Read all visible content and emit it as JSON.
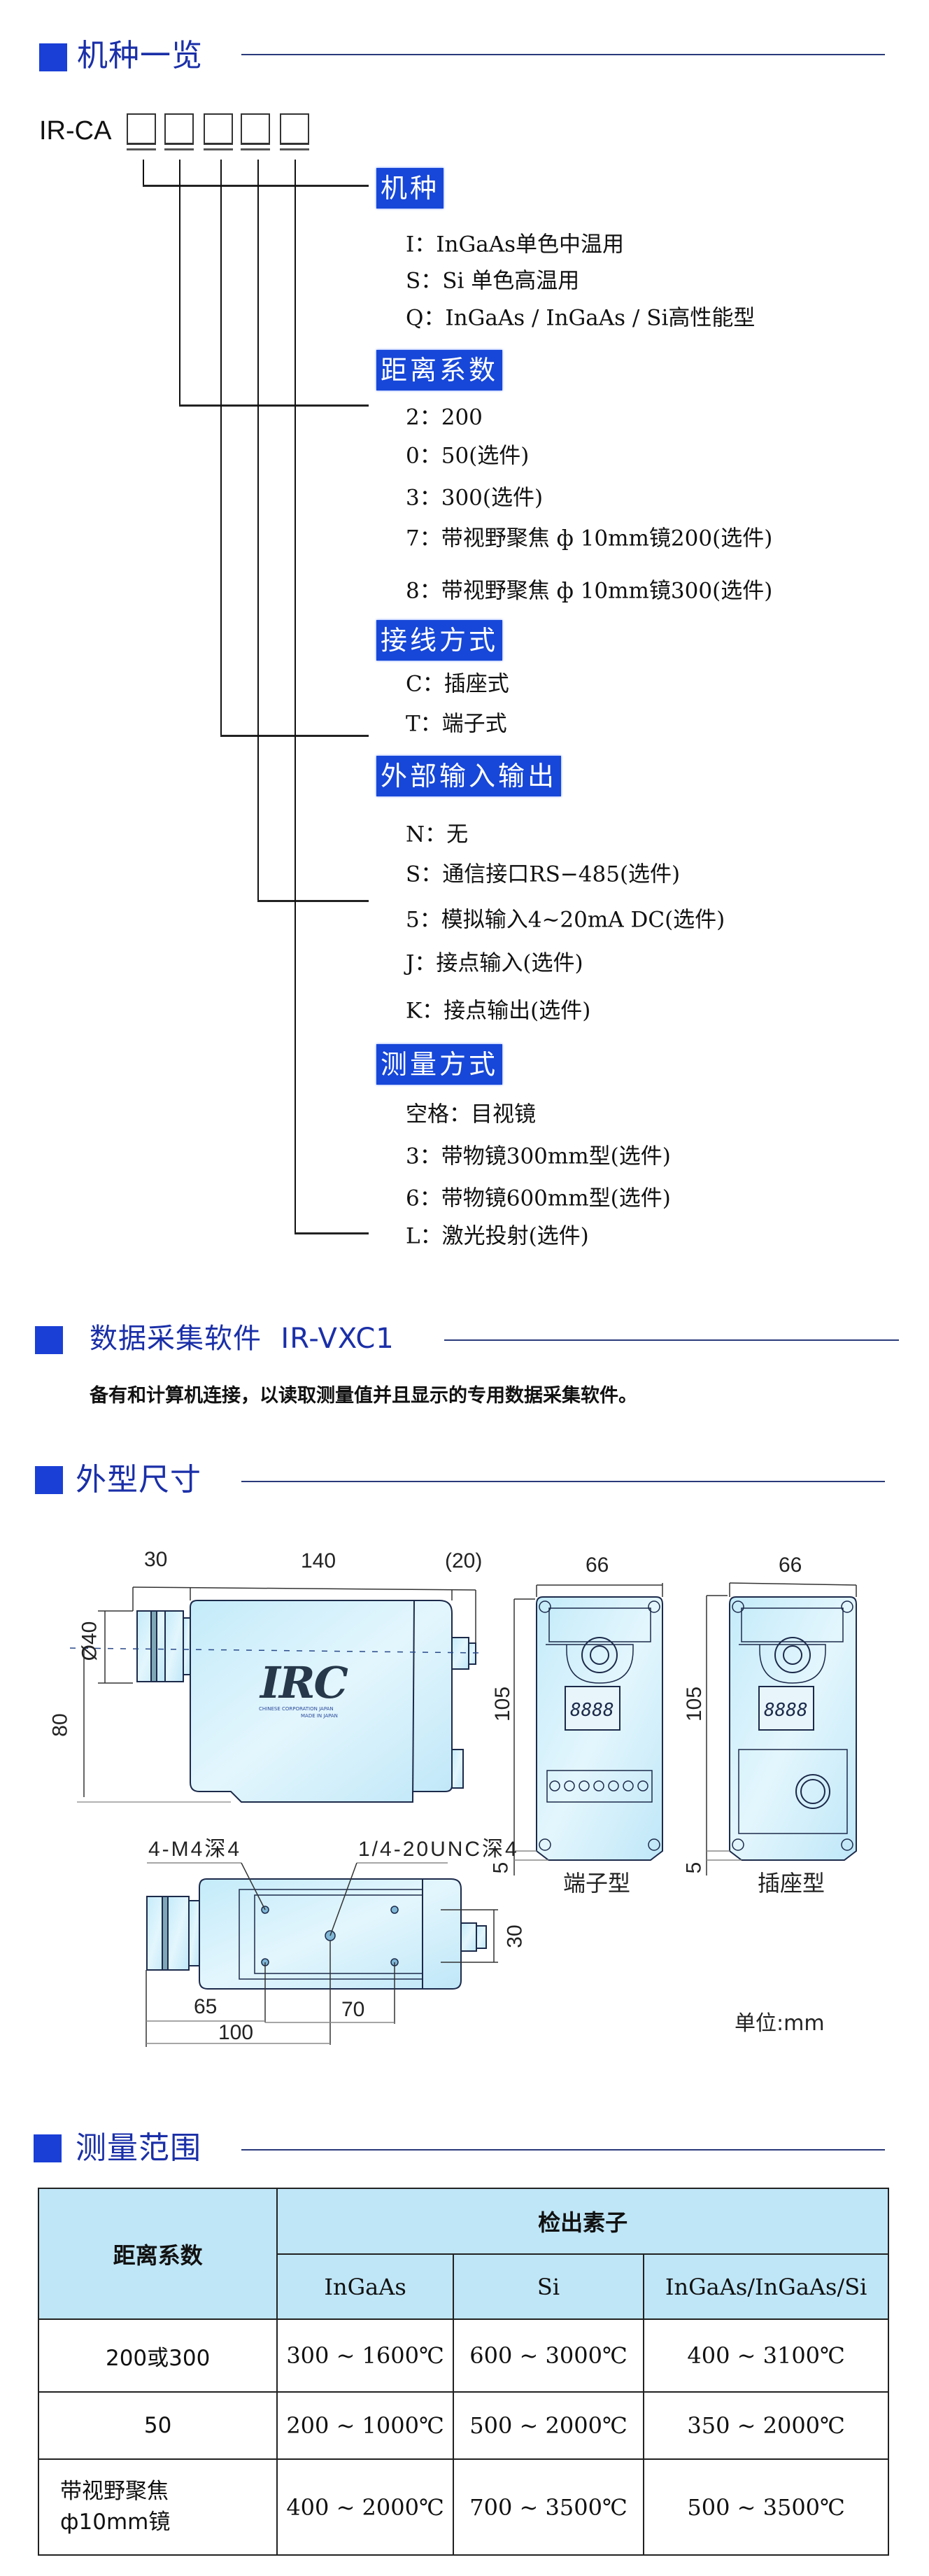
{
  "sections": {
    "model_list": {
      "title": "机种一览"
    },
    "software": {
      "title": "数据采集软件  IR-VXC1",
      "description": "备有和计算机连接，以读取测量值并且显示的专用数据采集软件。"
    },
    "dimensions": {
      "title": "外型尺寸"
    },
    "range": {
      "title": "测量范围"
    }
  },
  "model_code": {
    "prefix": "IR-CA",
    "slot_count": 5,
    "slot_glyph": ""
  },
  "options": [
    {
      "label": "机种",
      "items": [
        "I：InGaAs单色中温用",
        "S：Si 单色高温用",
        "Q：InGaAs / InGaAs / Si高性能型"
      ]
    },
    {
      "label": "距离系数",
      "items": [
        "2：200",
        "0：50(选件)",
        "3：300(选件)",
        "7：带视野聚焦 ф 10mm镜200(选件)",
        "8：带视野聚焦 ф 10mm镜300(选件)"
      ]
    },
    {
      "label": "接线方式",
      "items": [
        "C：插座式",
        "T：端子式"
      ]
    },
    {
      "label": "外部输入输出",
      "items": [
        "N：无",
        "S：通信接口RS−485(选件)",
        "5：模拟输入4~20mA  DC(选件)",
        "J：接点输入(选件)",
        "K：接点输出(选件)"
      ]
    },
    {
      "label": "测量方式",
      "items": [
        "空格：目视镜",
        "3：带物镜300mm型(选件)",
        "6：带物镜600mm型(选件)",
        "L：激光投射(选件)"
      ]
    }
  ],
  "drawing": {
    "side_view": {
      "dims": {
        "lens_length": "30",
        "body_length": "140",
        "connector_length": "(20)",
        "lens_diameter": "Ø40",
        "height": "80"
      },
      "logo": "IRC",
      "logo_sub1": "CHINESE CORPORATION JAPAN",
      "logo_sub2": "MADE IN JAPAN"
    },
    "front_terminal": {
      "width": "66",
      "height": "105",
      "base": "5",
      "caption": "端子型"
    },
    "front_socket": {
      "width": "66",
      "height": "105",
      "base": "5",
      "caption": "插座型"
    },
    "bottom_view": {
      "note_holes": "4-M4深4",
      "note_tripod": "1/4-20UNC深4",
      "dims": {
        "hole_offset": "65",
        "tripod_offset": "100",
        "hole_pitch": "70",
        "hole_span": "30"
      }
    },
    "unit": "单位:mm"
  },
  "range_table": {
    "header_distance": "距离系数",
    "header_detector": "检出素子",
    "detectors": [
      "InGaAs",
      "Si",
      "InGaAs/InGaAs/Si"
    ],
    "rows": [
      {
        "distance": "200或300",
        "values": [
          "300 ~ 1600℃",
          "600 ~ 3000℃",
          "400 ~ 3100℃"
        ]
      },
      {
        "distance": "50",
        "values": [
          "200 ~ 1000℃",
          "500 ~ 2000℃",
          "350 ~ 2000℃"
        ]
      },
      {
        "distance_line1": "带视野聚焦",
        "distance_line2": "ф10mm镜",
        "values": [
          "400 ~ 2000℃",
          "700 ~ 3500℃",
          "500 ~ 3500℃"
        ]
      }
    ]
  },
  "colors": {
    "accent": "#1a3fd6",
    "tag_bg": "#1747d8",
    "title_text": "#1a2fa8",
    "table_header_bg": "#bfe6f7",
    "device_fill": "#cdeefa"
  }
}
